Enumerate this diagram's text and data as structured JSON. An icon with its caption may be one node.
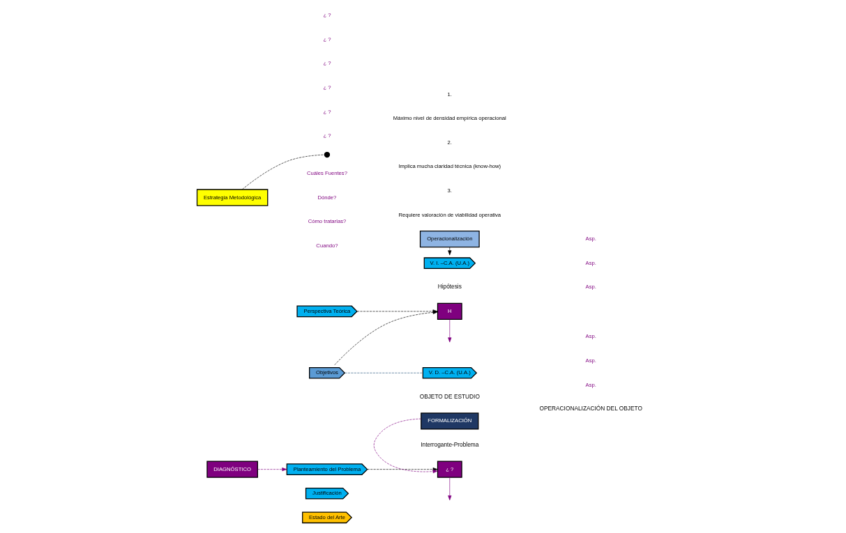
{
  "diagram": {
    "nodes": [
      {
        "text": [
          "Estado del Arte"
        ]
      },
      {
        "text": [
          "Justificación"
        ]
      },
      {
        "text": [
          "Planteamiento del Problema"
        ]
      },
      {
        "text": [
          "Perspectiva Teórica"
        ]
      },
      {
        "text": [
          "Objetivos"
        ]
      },
      {
        "text": [
          "FORMALIZACIÓN"
        ]
      },
      {
        "text": [
          "¿ ?"
        ],
        "beside": [
          "Interrogante-Problema"
        ]
      },
      {
        "text": [
          "H"
        ],
        "beside": [
          "Hipótesis"
        ]
      },
      {
        "text": [
          "Operacionalización"
        ]
      },
      {
        "text": [
          "V. I. –C.A. (U.A.)"
        ]
      },
      {
        "text": [
          "V. D. –C.A. (U.A.)"
        ]
      },
      {
        "text": [
          "Estrategia Metodológica"
        ]
      },
      {
        "text": [
          "DIAGNÓSTICO"
        ]
      },
      {
        "text": [],
        "shape": "circle"
      }
    ],
    "edges": [
      {
        "from": 2,
        "to": 6,
        "arrow": "to",
        "style": "dashed"
      },
      {
        "from": 5,
        "to": 6,
        "arrow": "to",
        "style": "dashed",
        "color": "#7f007f"
      },
      {
        "from": 3,
        "to": 7,
        "arrow": "to",
        "style": "dashed"
      },
      {
        "from": 4,
        "to": 7,
        "arrow": "to",
        "style": "dashed"
      },
      {
        "from": 4,
        "to": 10,
        "arrow": "none",
        "style": "dashed",
        "color": "#1f4e79"
      },
      {
        "from": 6,
        "to": null,
        "arrow": "to",
        "color": "#7f007f"
      },
      {
        "from": 7,
        "to": null,
        "arrow": "to",
        "color": "#7f007f"
      },
      {
        "from": 8,
        "to": 9,
        "arrow": "to"
      },
      {
        "from": 12,
        "to": 2,
        "arrow": "to",
        "style": "dashed",
        "color": "#7f007f"
      },
      {
        "from": 11,
        "to": 13,
        "arrow": "none",
        "style": "dashed"
      }
    ],
    "labels": [
      "¿ ?",
      "¿ ?",
      "¿ ?",
      "Asp.",
      "Asp.",
      "Asp.",
      "Cuáles Fuentes?",
      "Dónde?",
      "¿ ?",
      "Asp.",
      "Asp.",
      "Asp.",
      "Cómo tratarlas?",
      "¿ ?",
      "Cuando?",
      "¿ ?",
      "OBJETO DE ESTUDIO",
      "OPERACIONALIZACIÓN DEL OBJETO",
      "1.",
      "Máximo nivel de densidad empírica operacional",
      "2.",
      "Implica mucha claridad técnica (know-how)",
      "3.",
      "Requiere valoración de viabilidad operativa"
    ]
  }
}
